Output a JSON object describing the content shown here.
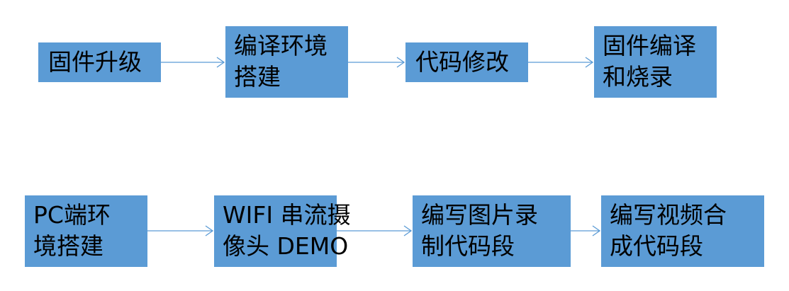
{
  "accent_color": "#5b9bd5",
  "rows": [
    {
      "steps": [
        {
          "lines": [
            "固件升级"
          ]
        },
        {
          "lines": [
            "编译环境",
            "搭建"
          ]
        },
        {
          "lines": [
            "代码修改"
          ]
        },
        {
          "lines": [
            "固件编译",
            "和烧录"
          ]
        }
      ]
    },
    {
      "steps": [
        {
          "lines": [
            "PC端环",
            "境搭建"
          ]
        },
        {
          "lines": [
            "WIFI 串流摄",
            "像头 DEMO"
          ]
        },
        {
          "lines": [
            "编写图片录",
            "制代码段"
          ]
        },
        {
          "lines": [
            "编写视频合",
            "成代码段"
          ]
        }
      ]
    }
  ]
}
